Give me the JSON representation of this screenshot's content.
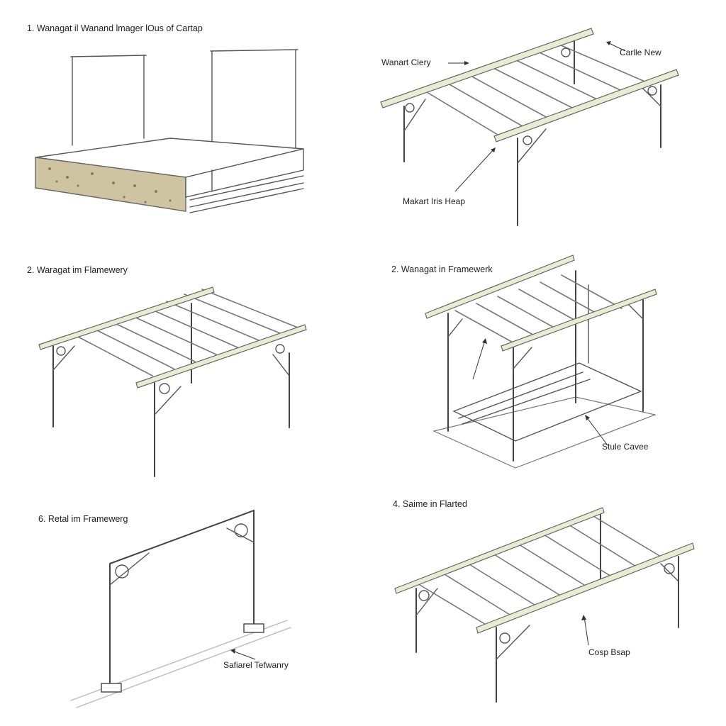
{
  "panels": [
    {
      "title": "1. Wanagat il Wanand lmager lOus of Cartap",
      "labels": []
    },
    {
      "title": "",
      "labels": [
        "Wanart Clery",
        "Carlle New",
        "Makart Iris Heap"
      ]
    },
    {
      "title": "2. Waragat im Flamewery",
      "labels": []
    },
    {
      "title": "2. Wanagat in Framewerk",
      "labels": [
        "Stule Cavee"
      ]
    },
    {
      "title": "6. Retal im Framewerg",
      "labels": [
        "Safiarel Tefwanry"
      ]
    },
    {
      "title": "4. Saime in Flarted",
      "labels": [
        "Cosp Bsap"
      ]
    }
  ],
  "colors": {
    "beam": "#e8ecd2",
    "deck_edge": "#b89c6a",
    "frame": "#444444"
  }
}
